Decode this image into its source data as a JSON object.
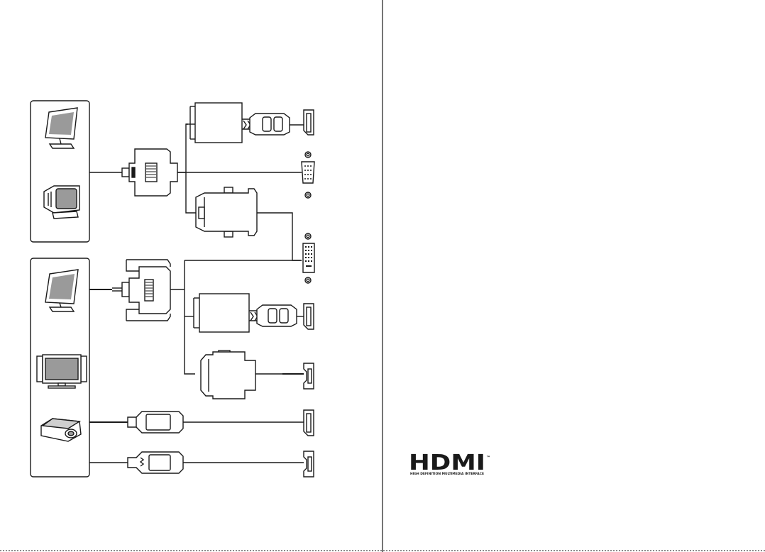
{
  "logo": {
    "wordmark": "HDMI",
    "trademark": "™",
    "tagline": "HIGH DEFINITION MULTIMEDIA INTERFACE"
  },
  "devices": {
    "group_top": [
      "lcd-monitor",
      "crt-monitor"
    ],
    "group_bottom": [
      "lcd-monitor",
      "flat-tv",
      "projector"
    ]
  },
  "ports": [
    "displayport",
    "vga",
    "dvi",
    "displayport",
    "hdmi",
    "displayport",
    "hdmi"
  ],
  "colors": {
    "line": "#1a1a1a",
    "background": "#ffffff",
    "screen": "#9a9a9a"
  }
}
